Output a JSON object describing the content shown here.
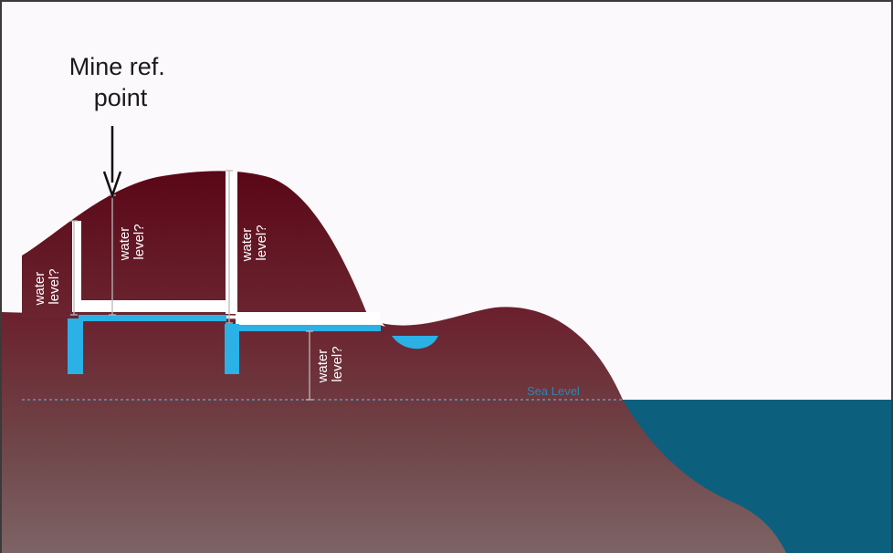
{
  "diagram": {
    "ref_point_label_line1": "Mine ref.",
    "ref_point_label_line2": "point",
    "sea_level_label": "Sea Level",
    "water_level_labels": [
      "water",
      "level?"
    ]
  },
  "colors": {
    "background": "#fbf9fb",
    "sea": "#0d5f7e",
    "water": "#2bb1e6",
    "upper_hill_dark": "#5f0b1c",
    "ground_light": "#7b6062",
    "tunnel": "#ffffff",
    "guide_line": "#b9b9b9"
  }
}
